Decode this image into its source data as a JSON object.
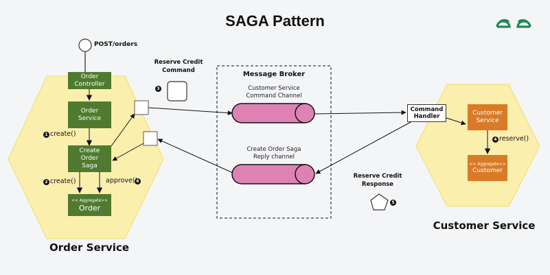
{
  "title": "SAGA Pattern",
  "logo": {
    "icon": "gfg-logo-icon",
    "color": "#1a8a55"
  },
  "colors": {
    "hexagon_fill": "#fbefae",
    "hexagon_stroke": "#efe06a",
    "order_box": "#4f7a2f",
    "customer_box": "#d97a27",
    "channel_fill": "#de82b3",
    "background": "#f4f5f7"
  },
  "order_service": {
    "label": "Order Service",
    "entry_point": "POST/orders",
    "controller": [
      "Order",
      "Controller"
    ],
    "service": [
      "Order",
      "Service"
    ],
    "saga": [
      "Create",
      "Order",
      "Saga"
    ],
    "aggregate_stereotype": "<< Aggregate>>",
    "aggregate_name": "Order",
    "step1": {
      "num": "1",
      "label": "create()"
    },
    "step2": {
      "num": "2",
      "label": "create()"
    },
    "step6": {
      "num": "6",
      "label": "approve()"
    }
  },
  "message_broker": {
    "title": "Message Broker",
    "command_channel": [
      "Customer Service",
      "Command Channel"
    ],
    "reply_channel": [
      "Create Order Saga",
      "Reply channel"
    ]
  },
  "reserve_credit_command": {
    "lines": [
      "Reserve Credit",
      "Command"
    ],
    "num": "3"
  },
  "reserve_credit_response": {
    "lines": [
      "Reserve Credit",
      "Response"
    ],
    "num": "5"
  },
  "customer_service": {
    "label": "Customer Service",
    "command_handler": [
      "Command",
      "Handler"
    ],
    "service": [
      "Customer",
      "Service"
    ],
    "aggregate_stereotype": "<< Aggregate>>",
    "aggregate_name": "Customer",
    "step4": {
      "num": "4",
      "label": "reserve()"
    }
  }
}
